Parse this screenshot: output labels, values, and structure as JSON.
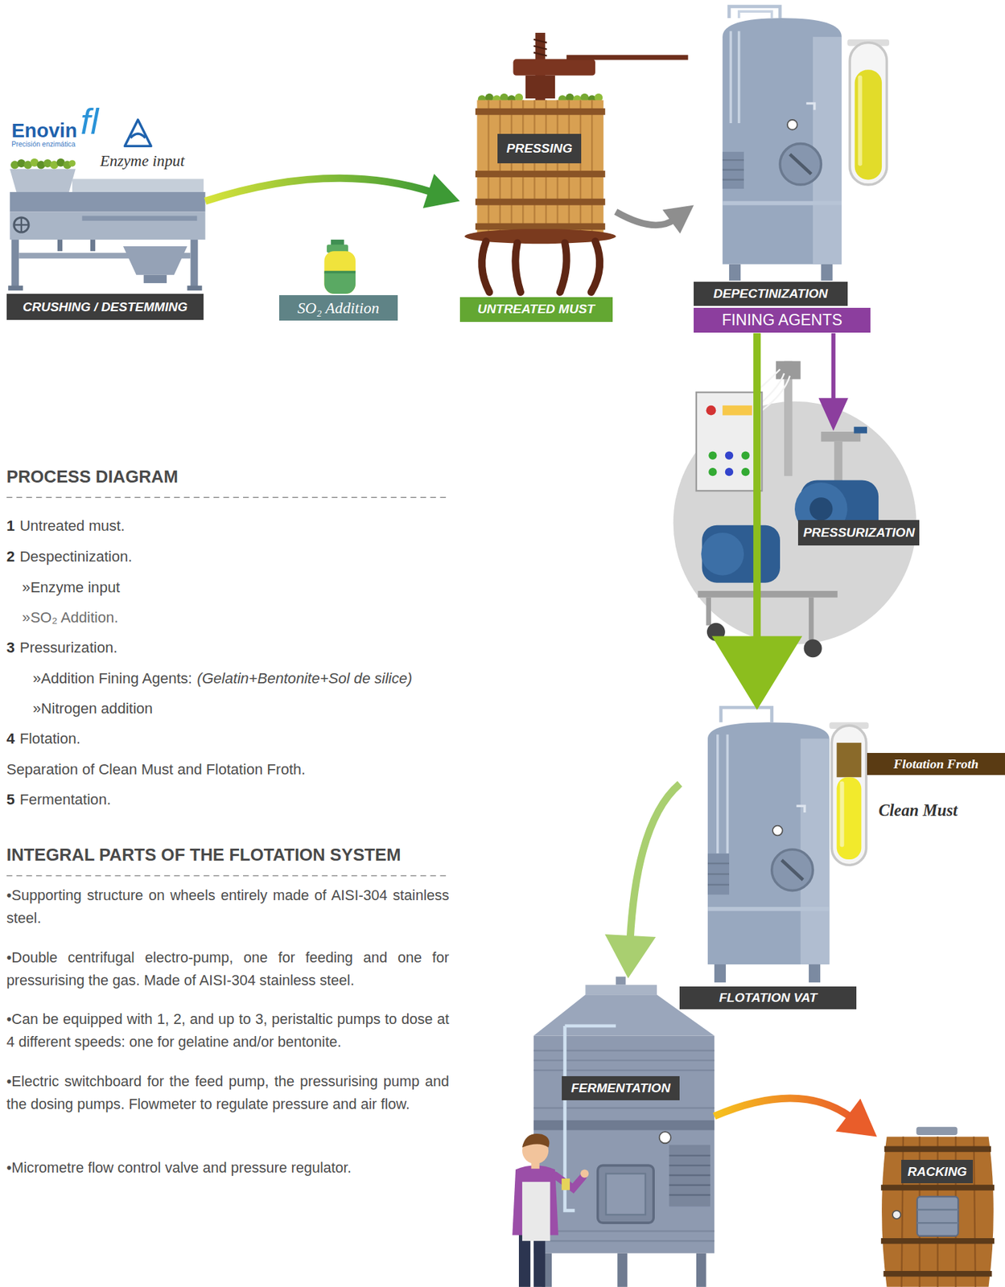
{
  "diagram": {
    "title": "PROCESS DIAGRAM",
    "nodes": [
      {
        "text": [
          "CRUSHING / DESTEMMING"
        ]
      },
      {
        "text": [
          "SO₂ Addition"
        ]
      },
      {
        "text": [
          "PRESSING",
          "UNTREATED MUST"
        ]
      },
      {
        "text": [
          "DEPECTINIZATION",
          "FINING AGENTS"
        ]
      },
      {
        "text": [
          "PRESSURIZATION"
        ]
      },
      {
        "text": [
          "FLOTATION VAT"
        ]
      },
      {
        "text": [
          "Flotation Froth"
        ]
      },
      {
        "text": [
          "FERMENTATION"
        ]
      },
      {
        "text": [
          "RACKING"
        ]
      }
    ],
    "edges": [
      {
        "from": 0,
        "to": 2,
        "arrow": "to"
      },
      {
        "from": 2,
        "to": 3,
        "arrow": "to"
      },
      {
        "from": 3,
        "to": 5,
        "arrow": "to"
      },
      {
        "from": 3,
        "to": 4,
        "arrow": "to"
      },
      {
        "from": 5,
        "to": 7,
        "arrow": "to"
      },
      {
        "from": 7,
        "to": 8,
        "arrow": "to"
      }
    ],
    "labels": [
      "Enovin",
      "fl",
      "Precisión enzimática",
      "Enzyme input",
      "Clean Must",
      "1",
      "Untreated must.",
      "2",
      "Despectinization.",
      "»Enzyme input",
      "»SO₂ Addition.",
      "3",
      "Pressurization.",
      "»Addition Fining Agents:",
      "(Gelatin+Bentonite+Sol de silice)",
      "»Nitrogen addition",
      "4",
      "Flotation.",
      "Separation of Clean Must and Flotation Froth.",
      "5",
      "Fermentation.",
      "INTEGRAL PARTS OF THE FLOTATION SYSTEM",
      "•Supporting structure on wheels entirely made of AISI-304 stainless steel.",
      "•Double centrifugal electro-pump, one for feeding and one for pressurising the gas. Made of AISI-304 stainless steel.",
      "•Can be equipped with 1, 2, and up to 3, peristaltic pumps to dose at 4 different speeds: one for gelatine and/or bentonite.",
      "•Electric switchboard for the feed pump, the pressurising pump and the dosing pumps. Flowmeter to regulate pressure and air flow.",
      "•Micrometre flow control valve and pressure regulator."
    ]
  }
}
